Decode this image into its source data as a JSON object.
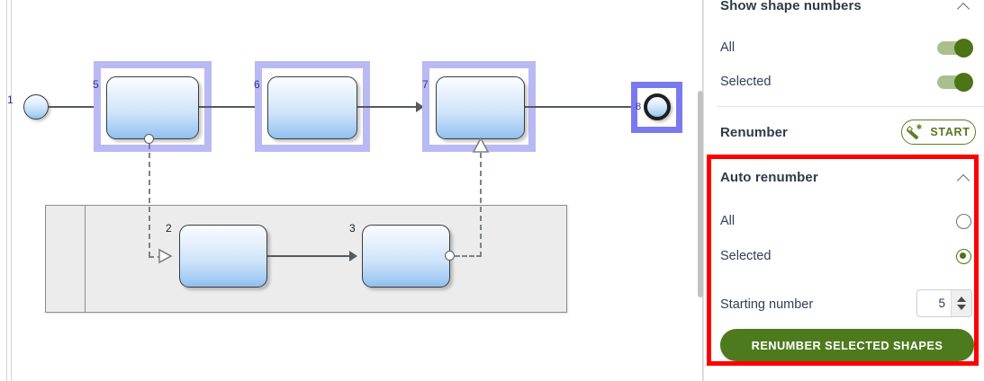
{
  "panel": {
    "sections": [
      {
        "title": "Show shape numbers",
        "collapse_icon": "chevron-up-icon",
        "rows": [
          {
            "label": "All",
            "control": "toggle",
            "value": "on"
          },
          {
            "label": "Selected",
            "control": "toggle",
            "value": "on"
          }
        ]
      }
    ],
    "renumber": {
      "label": "Renumber",
      "start_button": "START",
      "start_icon": "magic-wand-icon"
    },
    "auto_renumber": {
      "title": "Auto renumber",
      "collapse_icon": "chevron-up-icon",
      "options": [
        {
          "label": "All",
          "selected": false
        },
        {
          "label": "Selected",
          "selected": true
        }
      ],
      "starting_number": {
        "label": "Starting number",
        "value": "5"
      },
      "action_button": "RENUMBER SELECTED SHAPES"
    },
    "highlight_color": "#ff0000",
    "accent_color": "#4e7a1e",
    "toggle_track_color": "#a9c08c"
  },
  "canvas": {
    "shape_numbers": {
      "start_event": "1",
      "lane_task_a": "2",
      "lane_task_b": "3",
      "task_top_1": "5",
      "task_top_2": "6",
      "task_top_3": "7",
      "end_event": "8"
    },
    "selection_color": "#b9b9f4",
    "end_event_selection_color": "#7a7aee"
  }
}
